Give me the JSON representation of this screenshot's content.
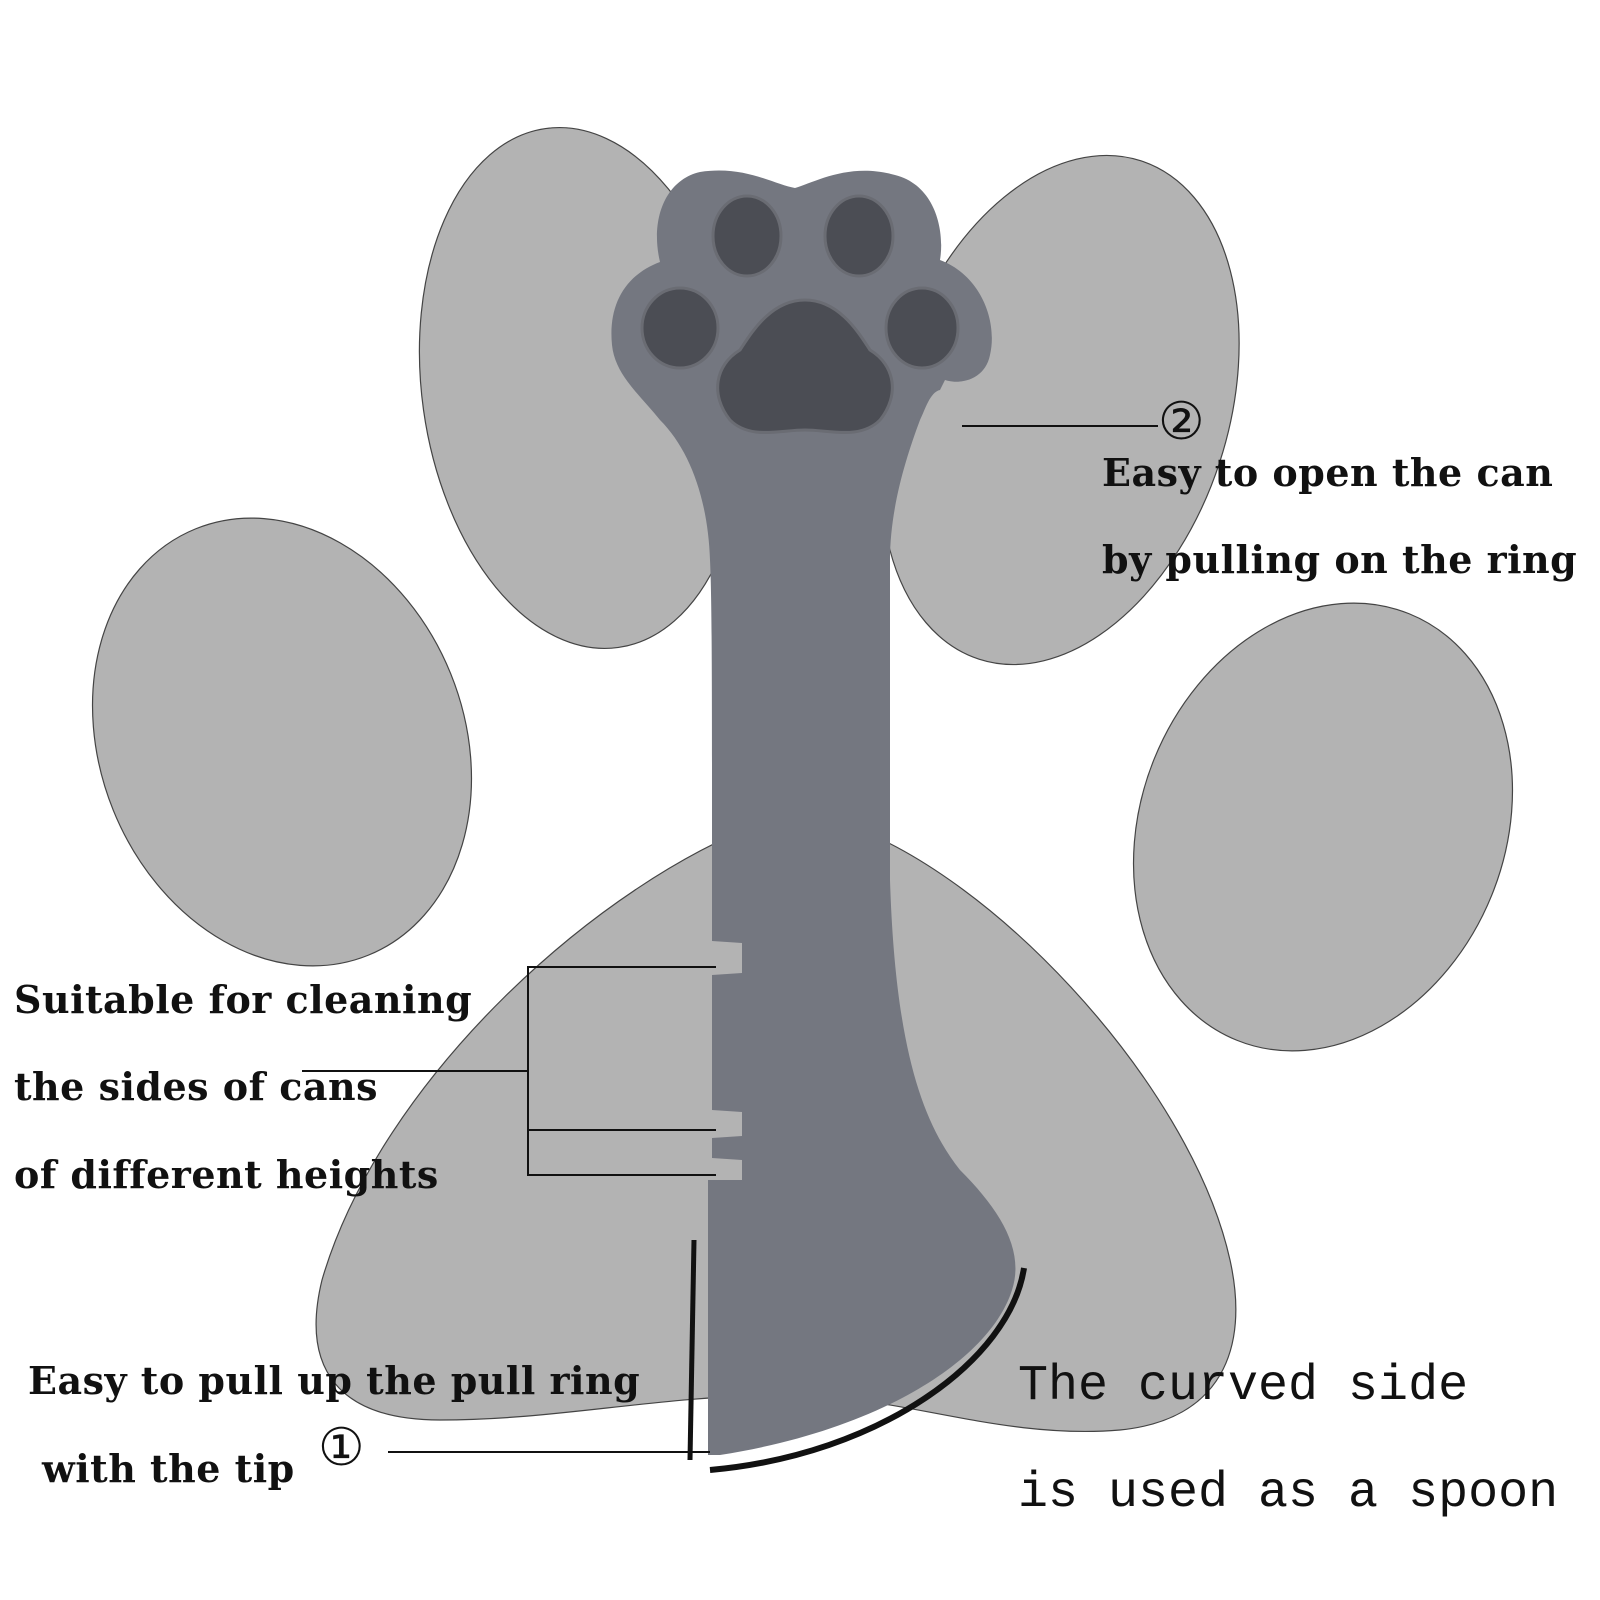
{
  "colors": {
    "background": "#ffffff",
    "paw_pad": "#b3b3b3",
    "tool_body": "#747780",
    "tool_pads": "#4b4d54",
    "text": "#111111"
  },
  "callouts": {
    "callout_2": {
      "marker": "②",
      "lines": [
        "Easy to open the can",
        "by pulling on the ring"
      ]
    },
    "callout_sides": {
      "lines": [
        "Suitable for cleaning",
        "the sides of cans",
        "of different heights"
      ]
    },
    "callout_1": {
      "marker": "①",
      "lines": [
        "Easy to pull up the pull ring",
        "with the tip"
      ]
    },
    "callout_spoon": {
      "lines": [
        "The curved side",
        "is used as a spoon"
      ]
    }
  }
}
